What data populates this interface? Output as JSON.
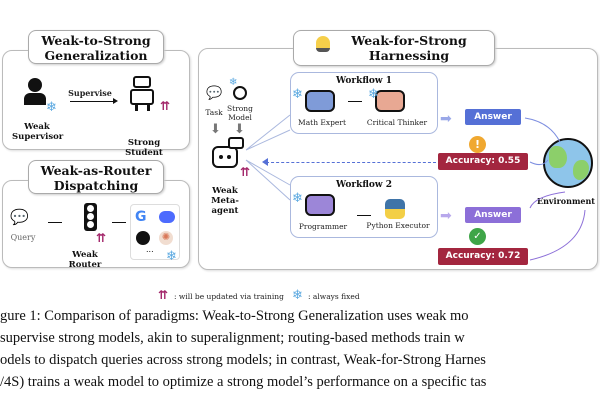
{
  "panel_w2s": {
    "title": "Weak-to-Strong Generalization",
    "supervisor": "Weak Supervisor",
    "arrow": "Supervise",
    "student": "Strong Student"
  },
  "panel_router": {
    "title": "Weak-as-Router Dispatching",
    "query": "Query",
    "router": "Weak Router",
    "more": "..."
  },
  "panel_w4s": {
    "title": "Weak-for-Strong Harnessing",
    "task": "Task",
    "strong_model": "Strong Model",
    "meta_agent": "Weak Meta-agent",
    "workflow1": {
      "title": "Workflow 1",
      "agent1": "Math Expert",
      "agent2": "Critical Thinker",
      "answer": "Answer",
      "accuracy": "Accuracy: 0.55"
    },
    "workflow2": {
      "title": "Workflow 2",
      "agent1": "Programmer",
      "agent2": "Python Executor",
      "answer": "Answer",
      "accuracy": "Accuracy: 0.72"
    },
    "environment": "Environment"
  },
  "legend": {
    "updated": ": will be updated via training",
    "fixed": ": always fixed"
  },
  "caption": [
    "gure 1: Comparison of paradigms: Weak-to-Strong Generalization uses weak mo",
    "supervise strong models, akin to superalignment; routing-based methods train w",
    "odels to dispatch queries across strong models; in contrast, Weak-for-Strong Harnes",
    "/4S) trains a weak model to optimize a strong model’s performance on a specific tas"
  ],
  "colors": {
    "trainable": "#a3266a",
    "fixed": "#5aa8e0",
    "answer1": "#5570d6",
    "answer2": "#8c6fd8",
    "accuracy": "#a3263f",
    "success": "#3fa548",
    "warning": "#f0a830"
  }
}
